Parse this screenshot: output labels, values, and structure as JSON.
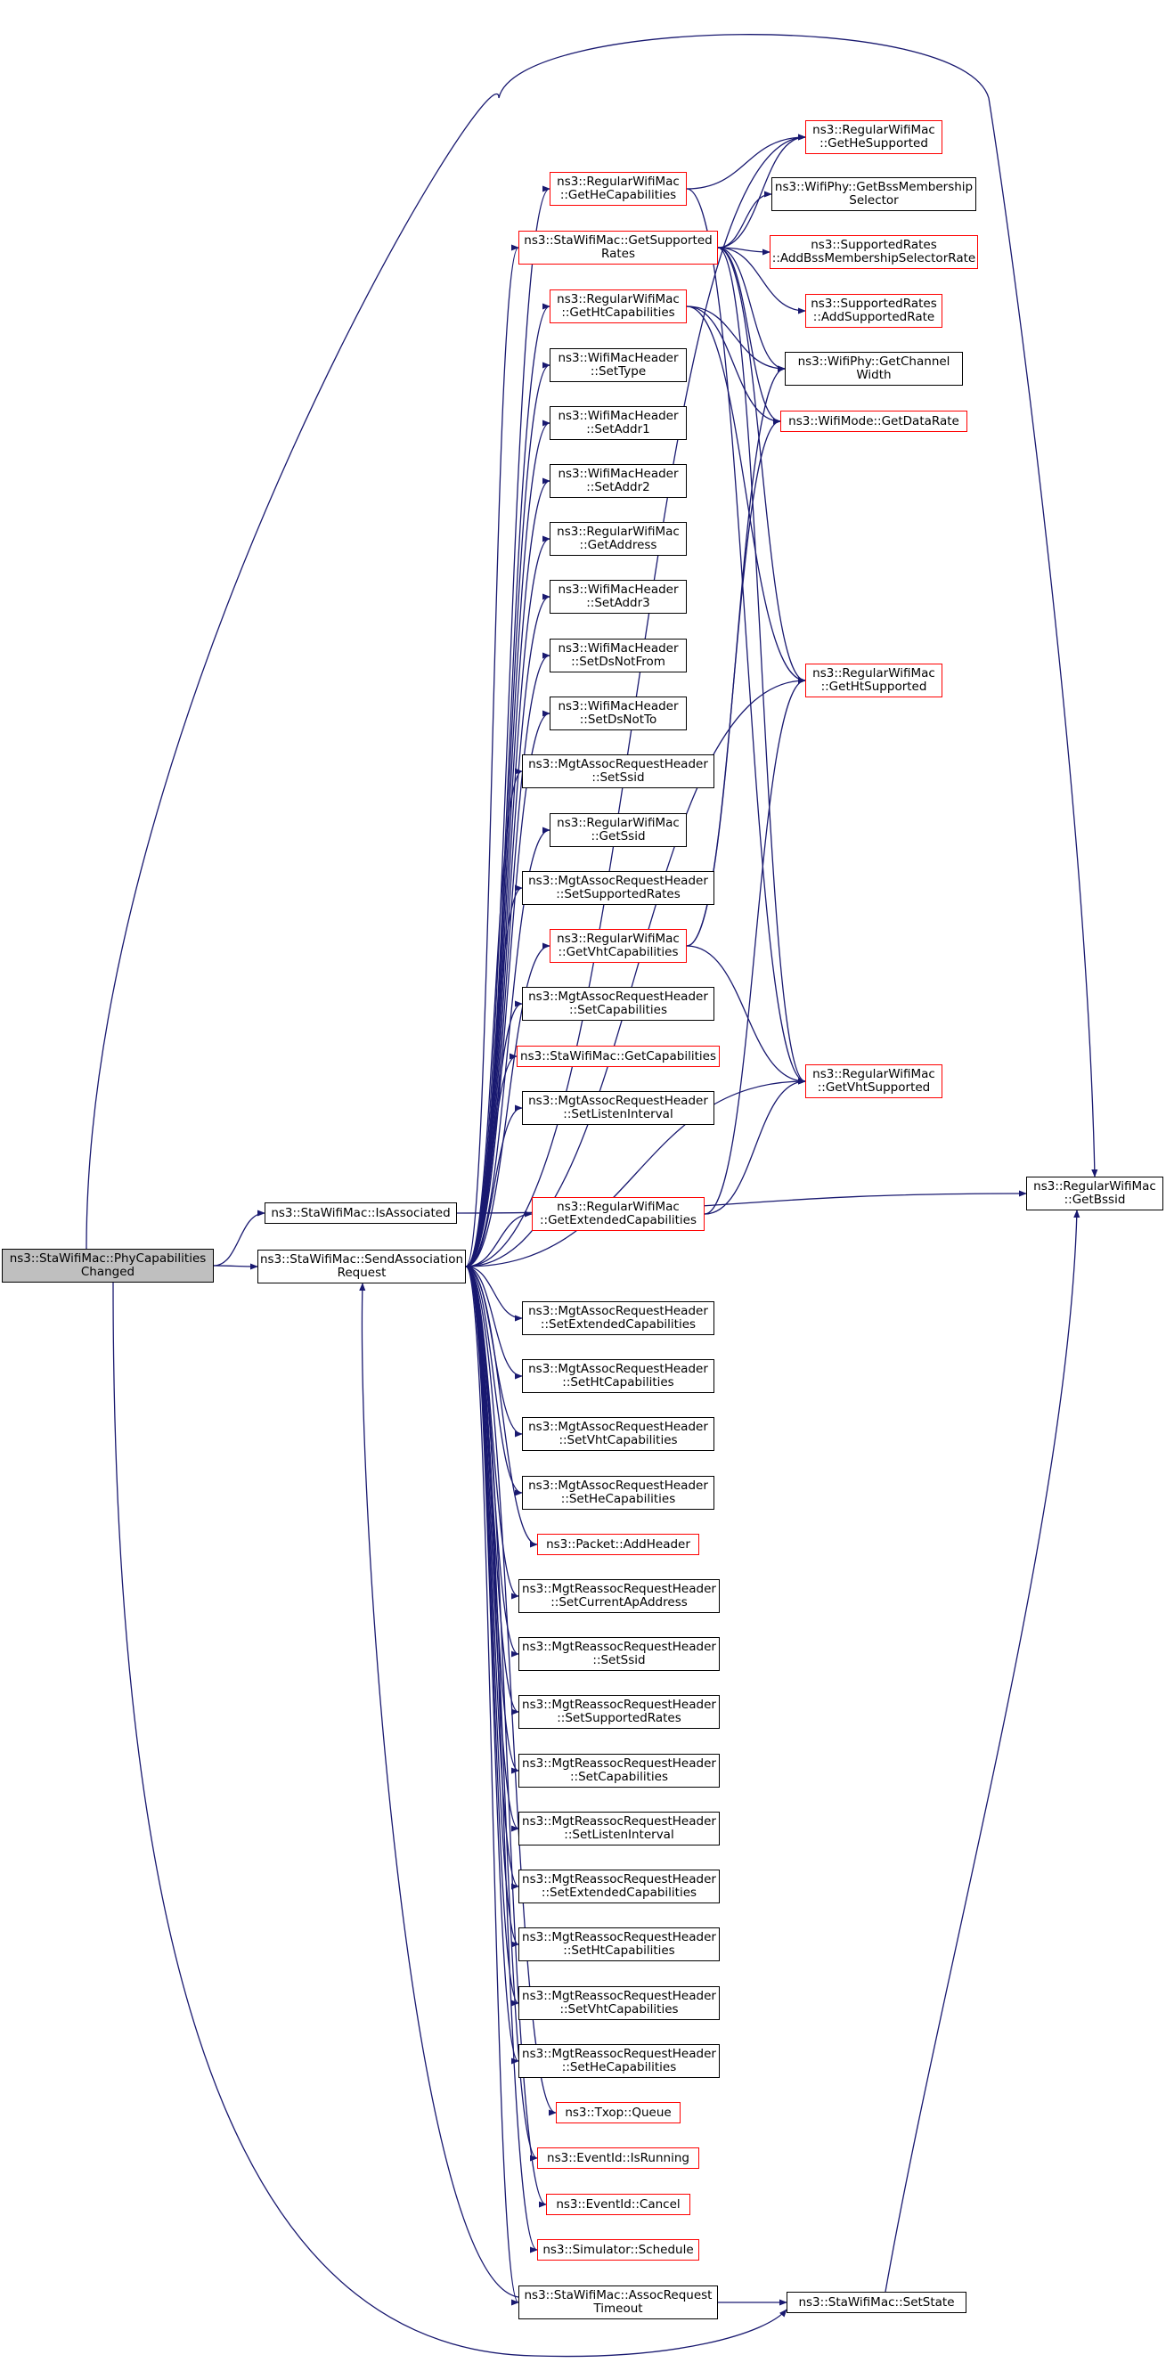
{
  "colors": {
    "edge": "#191970",
    "border": "#000000",
    "external_border": "#ff0000",
    "root_fill": "#bfbfbf",
    "background": "#ffffff"
  },
  "nodes": {
    "root": {
      "line1": "ns3::StaWifiMac::PhyCapabilities",
      "line2": "Changed"
    },
    "isassoc": {
      "line1": "ns3::StaWifiMac::IsAssociated",
      "line2": ""
    },
    "sendassoc": {
      "line1": "ns3::StaWifiMac::SendAssociation",
      "line2": "Request"
    },
    "getbssid": {
      "line1": "ns3::RegularWifiMac",
      "line2": "::GetBssid"
    },
    "assoctimeout": {
      "line1": "ns3::StaWifiMac::AssocRequest",
      "line2": "Timeout"
    },
    "setstate": {
      "line1": "ns3::StaWifiMac::SetState",
      "line2": ""
    },
    "gethecap": {
      "line1": "ns3::RegularWifiMac",
      "line2": "::GetHeCapabilities"
    },
    "getsuprates": {
      "line1": "ns3::StaWifiMac::GetSupported",
      "line2": "Rates"
    },
    "gethtcap": {
      "line1": "ns3::RegularWifiMac",
      "line2": "::GetHtCapabilities"
    },
    "settype": {
      "line1": "ns3::WifiMacHeader",
      "line2": "::SetType"
    },
    "setaddr1": {
      "line1": "ns3::WifiMacHeader",
      "line2": "::SetAddr1"
    },
    "setaddr2": {
      "line1": "ns3::WifiMacHeader",
      "line2": "::SetAddr2"
    },
    "getaddress": {
      "line1": "ns3::RegularWifiMac",
      "line2": "::GetAddress"
    },
    "setaddr3": {
      "line1": "ns3::WifiMacHeader",
      "line2": "::SetAddr3"
    },
    "setdsnotfrom": {
      "line1": "ns3::WifiMacHeader",
      "line2": "::SetDsNotFrom"
    },
    "setdsnotto": {
      "line1": "ns3::WifiMacHeader",
      "line2": "::SetDsNotTo"
    },
    "ar_setssid": {
      "line1": "ns3::MgtAssocRequestHeader",
      "line2": "::SetSsid"
    },
    "getssid": {
      "line1": "ns3::RegularWifiMac",
      "line2": "::GetSsid"
    },
    "ar_setsuprates": {
      "line1": "ns3::MgtAssocRequestHeader",
      "line2": "::SetSupportedRates"
    },
    "getvhtcap": {
      "line1": "ns3::RegularWifiMac",
      "line2": "::GetVhtCapabilities"
    },
    "ar_setcap": {
      "line1": "ns3::MgtAssocRequestHeader",
      "line2": "::SetCapabilities"
    },
    "getcap": {
      "line1": "ns3::StaWifiMac::GetCapabilities",
      "line2": ""
    },
    "ar_setlisten": {
      "line1": "ns3::MgtAssocRequestHeader",
      "line2": "::SetListenInterval"
    },
    "getextcap": {
      "line1": "ns3::RegularWifiMac",
      "line2": "::GetExtendedCapabilities"
    },
    "ar_setextcap": {
      "line1": "ns3::MgtAssocRequestHeader",
      "line2": "::SetExtendedCapabilities"
    },
    "ar_sethtcap": {
      "line1": "ns3::MgtAssocRequestHeader",
      "line2": "::SetHtCapabilities"
    },
    "ar_setvhtcap": {
      "line1": "ns3::MgtAssocRequestHeader",
      "line2": "::SetVhtCapabilities"
    },
    "ar_sethecap": {
      "line1": "ns3::MgtAssocRequestHeader",
      "line2": "::SetHeCapabilities"
    },
    "addheader": {
      "line1": "ns3::Packet::AddHeader",
      "line2": ""
    },
    "rr_setcurap": {
      "line1": "ns3::MgtReassocRequestHeader",
      "line2": "::SetCurrentApAddress"
    },
    "rr_setssid": {
      "line1": "ns3::MgtReassocRequestHeader",
      "line2": "::SetSsid"
    },
    "rr_setsuprates": {
      "line1": "ns3::MgtReassocRequestHeader",
      "line2": "::SetSupportedRates"
    },
    "rr_setcap": {
      "line1": "ns3::MgtReassocRequestHeader",
      "line2": "::SetCapabilities"
    },
    "rr_setlisten": {
      "line1": "ns3::MgtReassocRequestHeader",
      "line2": "::SetListenInterval"
    },
    "rr_setextcap": {
      "line1": "ns3::MgtReassocRequestHeader",
      "line2": "::SetExtendedCapabilities"
    },
    "rr_sethtcap": {
      "line1": "ns3::MgtReassocRequestHeader",
      "line2": "::SetHtCapabilities"
    },
    "rr_setvhtcap": {
      "line1": "ns3::MgtReassocRequestHeader",
      "line2": "::SetVhtCapabilities"
    },
    "rr_sethecap": {
      "line1": "ns3::MgtReassocRequestHeader",
      "line2": "::SetHeCapabilities"
    },
    "txopqueue": {
      "line1": "ns3::Txop::Queue",
      "line2": ""
    },
    "isrunning": {
      "line1": "ns3::EventId::IsRunning",
      "line2": ""
    },
    "cancel": {
      "line1": "ns3::EventId::Cancel",
      "line2": ""
    },
    "schedule": {
      "line1": "ns3::Simulator::Schedule",
      "line2": ""
    },
    "gethesup": {
      "line1": "ns3::RegularWifiMac",
      "line2": "::GetHeSupported"
    },
    "getbssmember": {
      "line1": "ns3::WifiPhy::GetBssMembership",
      "line2": "Selector"
    },
    "addbssmember": {
      "line1": "ns3::SupportedRates",
      "line2": "::AddBssMembershipSelectorRate"
    },
    "addsuprate": {
      "line1": "ns3::SupportedRates",
      "line2": "::AddSupportedRate"
    },
    "getchanwidth": {
      "line1": "ns3::WifiPhy::GetChannel",
      "line2": "Width"
    },
    "getdatarate": {
      "line1": "ns3::WifiMode::GetDataRate",
      "line2": ""
    },
    "gethtsup": {
      "line1": "ns3::RegularWifiMac",
      "line2": "::GetHtSupported"
    },
    "getvhtsup": {
      "line1": "ns3::RegularWifiMac",
      "line2": "::GetVhtSupported"
    }
  },
  "edges": [
    [
      "root",
      "isassoc"
    ],
    [
      "root",
      "sendassoc"
    ],
    [
      "root",
      "getbssid"
    ],
    [
      "root",
      "setstate"
    ],
    [
      "isassoc",
      "getbssid"
    ],
    [
      "sendassoc",
      "gethesup"
    ],
    [
      "sendassoc",
      "gethecap"
    ],
    [
      "sendassoc",
      "getsuprates"
    ],
    [
      "sendassoc",
      "gethtcap"
    ],
    [
      "sendassoc",
      "settype"
    ],
    [
      "sendassoc",
      "setaddr1"
    ],
    [
      "sendassoc",
      "setaddr2"
    ],
    [
      "sendassoc",
      "getaddress"
    ],
    [
      "sendassoc",
      "setaddr3"
    ],
    [
      "sendassoc",
      "setdsnotfrom"
    ],
    [
      "sendassoc",
      "setdsnotto"
    ],
    [
      "sendassoc",
      "ar_setssid"
    ],
    [
      "sendassoc",
      "getssid"
    ],
    [
      "sendassoc",
      "ar_setsuprates"
    ],
    [
      "sendassoc",
      "getvhtcap"
    ],
    [
      "sendassoc",
      "ar_setcap"
    ],
    [
      "sendassoc",
      "getcap"
    ],
    [
      "sendassoc",
      "ar_setlisten"
    ],
    [
      "sendassoc",
      "gethtsup"
    ],
    [
      "sendassoc",
      "getextcap"
    ],
    [
      "sendassoc",
      "getvhtsup"
    ],
    [
      "sendassoc",
      "ar_setextcap"
    ],
    [
      "sendassoc",
      "ar_sethtcap"
    ],
    [
      "sendassoc",
      "ar_setvhtcap"
    ],
    [
      "sendassoc",
      "ar_sethecap"
    ],
    [
      "sendassoc",
      "addheader"
    ],
    [
      "sendassoc",
      "rr_setcurap"
    ],
    [
      "sendassoc",
      "rr_setssid"
    ],
    [
      "sendassoc",
      "rr_setsuprates"
    ],
    [
      "sendassoc",
      "rr_setcap"
    ],
    [
      "sendassoc",
      "rr_setlisten"
    ],
    [
      "sendassoc",
      "rr_setextcap"
    ],
    [
      "sendassoc",
      "rr_sethtcap"
    ],
    [
      "sendassoc",
      "rr_setvhtcap"
    ],
    [
      "sendassoc",
      "rr_sethecap"
    ],
    [
      "sendassoc",
      "txopqueue"
    ],
    [
      "sendassoc",
      "isrunning"
    ],
    [
      "sendassoc",
      "cancel"
    ],
    [
      "sendassoc",
      "schedule"
    ],
    [
      "sendassoc",
      "assoctimeout"
    ],
    [
      "assoctimeout",
      "sendassoc"
    ],
    [
      "assoctimeout",
      "setstate"
    ],
    [
      "setstate",
      "getbssid"
    ],
    [
      "gethecap",
      "gethesup"
    ],
    [
      "gethecap",
      "getvhtsup"
    ],
    [
      "getsuprates",
      "gethesup"
    ],
    [
      "getsuprates",
      "getbssmember"
    ],
    [
      "getsuprates",
      "addbssmember"
    ],
    [
      "getsuprates",
      "addsuprate"
    ],
    [
      "getsuprates",
      "getchanwidth"
    ],
    [
      "getsuprates",
      "getdatarate"
    ],
    [
      "getsuprates",
      "gethtsup"
    ],
    [
      "getsuprates",
      "getvhtsup"
    ],
    [
      "gethtcap",
      "getchanwidth"
    ],
    [
      "gethtcap",
      "getdatarate"
    ],
    [
      "gethtcap",
      "gethtsup"
    ],
    [
      "getvhtcap",
      "getchanwidth"
    ],
    [
      "getvhtcap",
      "getdatarate"
    ],
    [
      "getvhtcap",
      "getvhtsup"
    ],
    [
      "getextcap",
      "gethtsup"
    ],
    [
      "getextcap",
      "getvhtsup"
    ]
  ]
}
